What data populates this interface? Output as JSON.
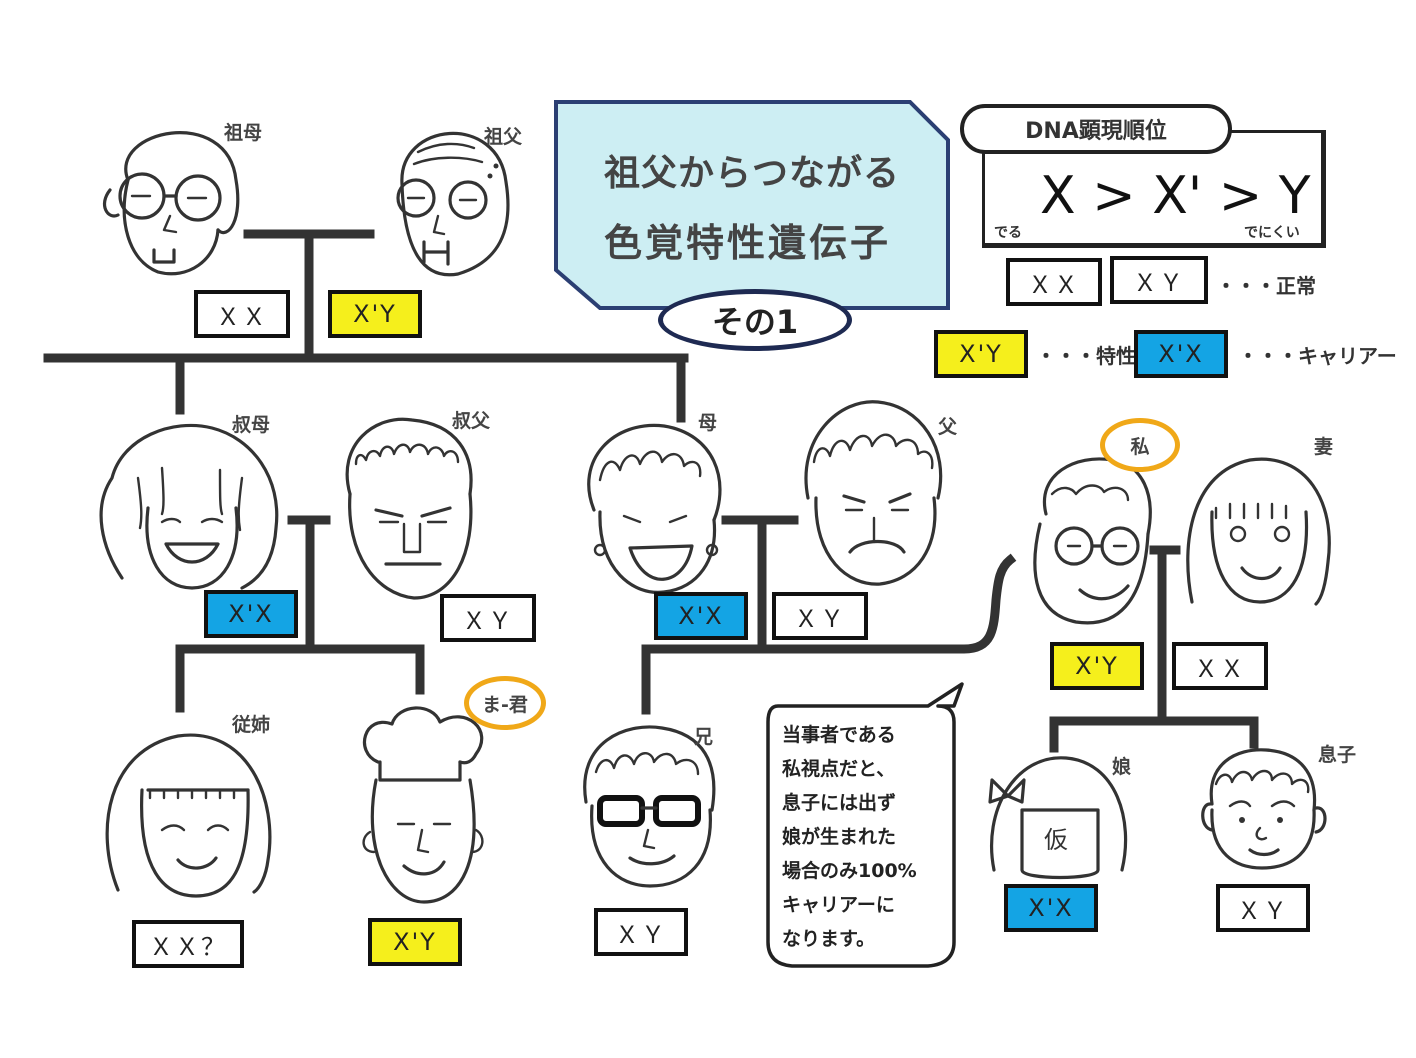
{
  "title": {
    "line1": "祖父からつながる",
    "line2": "色覚特性遺伝子",
    "badge": "その1"
  },
  "legend": {
    "header": "DNA顕現順位",
    "order": "X > X' > Y",
    "left_note": "でる",
    "right_note": "でにくい",
    "normal_label": "・・・正常",
    "trait_label": "・・・特性",
    "carrier_label": "・・・キャリアー",
    "normal_boxes": [
      "ＸＸ",
      "ＸＹ"
    ],
    "trait_box": "X'Y",
    "carrier_box": "X'X"
  },
  "colors": {
    "trait": "#f5ef1c",
    "carrier": "#14a4e4",
    "line": "#333333",
    "title_bg": "#cdeef3",
    "title_border": "#2b3f73",
    "highlight": "#f0a818"
  },
  "people": {
    "grandmother": {
      "name": "祖母",
      "genotype": "ＸＸ",
      "status": "normal"
    },
    "grandfather": {
      "name": "祖父",
      "genotype": "X'Y",
      "status": "trait"
    },
    "aunt": {
      "name": "叔母",
      "genotype": "X'X",
      "status": "carrier"
    },
    "uncle": {
      "name": "叔父",
      "genotype": "ＸＹ",
      "status": "normal"
    },
    "mother": {
      "name": "母",
      "genotype": "X'X",
      "status": "carrier"
    },
    "father": {
      "name": "父",
      "genotype": "ＸＹ",
      "status": "normal"
    },
    "me": {
      "name": "私",
      "genotype": "X'Y",
      "status": "trait"
    },
    "wife": {
      "name": "妻",
      "genotype": "ＸＸ",
      "status": "normal"
    },
    "cousin_f": {
      "name": "従姉",
      "genotype": "ＸＸ？",
      "status": "unknown"
    },
    "cousin_m": {
      "name": "ま-君",
      "genotype": "X'Y",
      "status": "trait"
    },
    "brother": {
      "name": "兄",
      "genotype": "ＸＹ",
      "status": "normal"
    },
    "daughter": {
      "name": "娘",
      "genotype": "X'X",
      "status": "carrier",
      "face_text": "仮"
    },
    "son": {
      "name": "息子",
      "genotype": "ＸＹ",
      "status": "normal"
    }
  },
  "note": {
    "lines": [
      "当事者である",
      "私視点だと、",
      "息子には出ず",
      "娘が生まれた",
      "場合のみ100%",
      "キャリアーに",
      "なります。"
    ]
  }
}
